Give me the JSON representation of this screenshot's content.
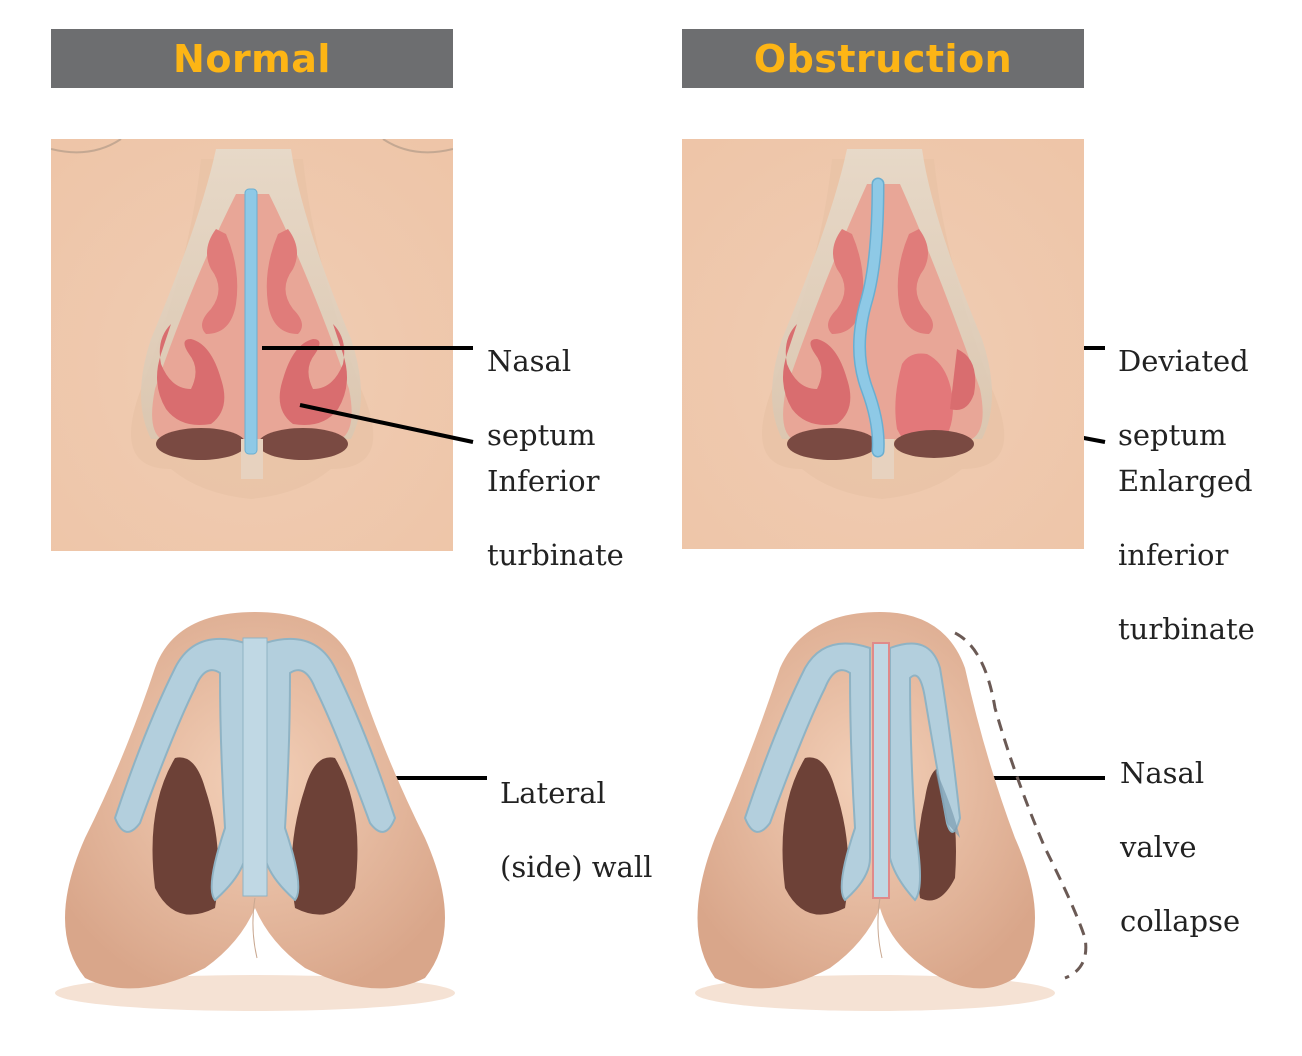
{
  "columns": [
    {
      "header": "Normal",
      "front_view": {
        "labels": [
          {
            "line1": "Nasal",
            "line2": "septum"
          },
          {
            "line1": "Inferior",
            "line2": "turbinate"
          }
        ]
      },
      "base_view": {
        "labels": [
          {
            "line1": "Lateral",
            "line2": "(side) wall"
          }
        ]
      }
    },
    {
      "header": "Obstruction",
      "front_view": {
        "labels": [
          {
            "line1": "Deviated",
            "line2": "septum"
          },
          {
            "line1": "Enlarged",
            "line2": "inferior",
            "line3": "turbinate"
          }
        ]
      },
      "base_view": {
        "labels": [
          {
            "line1": "Nasal",
            "line2": "valve",
            "line3": "collapse"
          }
        ]
      }
    }
  ],
  "colors": {
    "header_bg": "#6d6e70",
    "header_text": "#fdb515",
    "skin": "#f1cbb0",
    "mucosa": "#e8887f",
    "septum": "#8ec9e6",
    "cartilage": "#b3cfdd",
    "leader_line": "#000000"
  }
}
